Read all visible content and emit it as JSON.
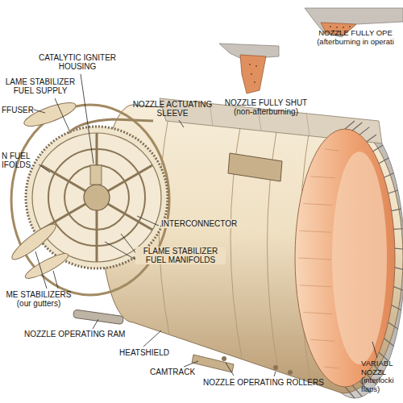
{
  "diagram": {
    "labels": [
      "CATALYTIC IGNITER HOUSING",
      "LAME STABILIZER FUEL SUPPLY",
      "FFUSER",
      "NOZZLE ACTUATING SLEEVE",
      "N FUEL IFOLDS",
      "NOZZLE FULLY OPE (afterburning in operati",
      "NOZZLE FULLY SHUT (non-afterburning)",
      "INTERCONNECTOR",
      "FLAME STABILIZER FUEL MANIFOLDS",
      "ME STABILIZERS (our gutters)",
      "NOZZLE OPERATING RAM",
      "HEATSHIELD",
      "CAMTRACK",
      "NOZZLE OPERATING ROLLERS",
      "VARIABL NOZZL (interlocki flaps)"
    ]
  }
}
